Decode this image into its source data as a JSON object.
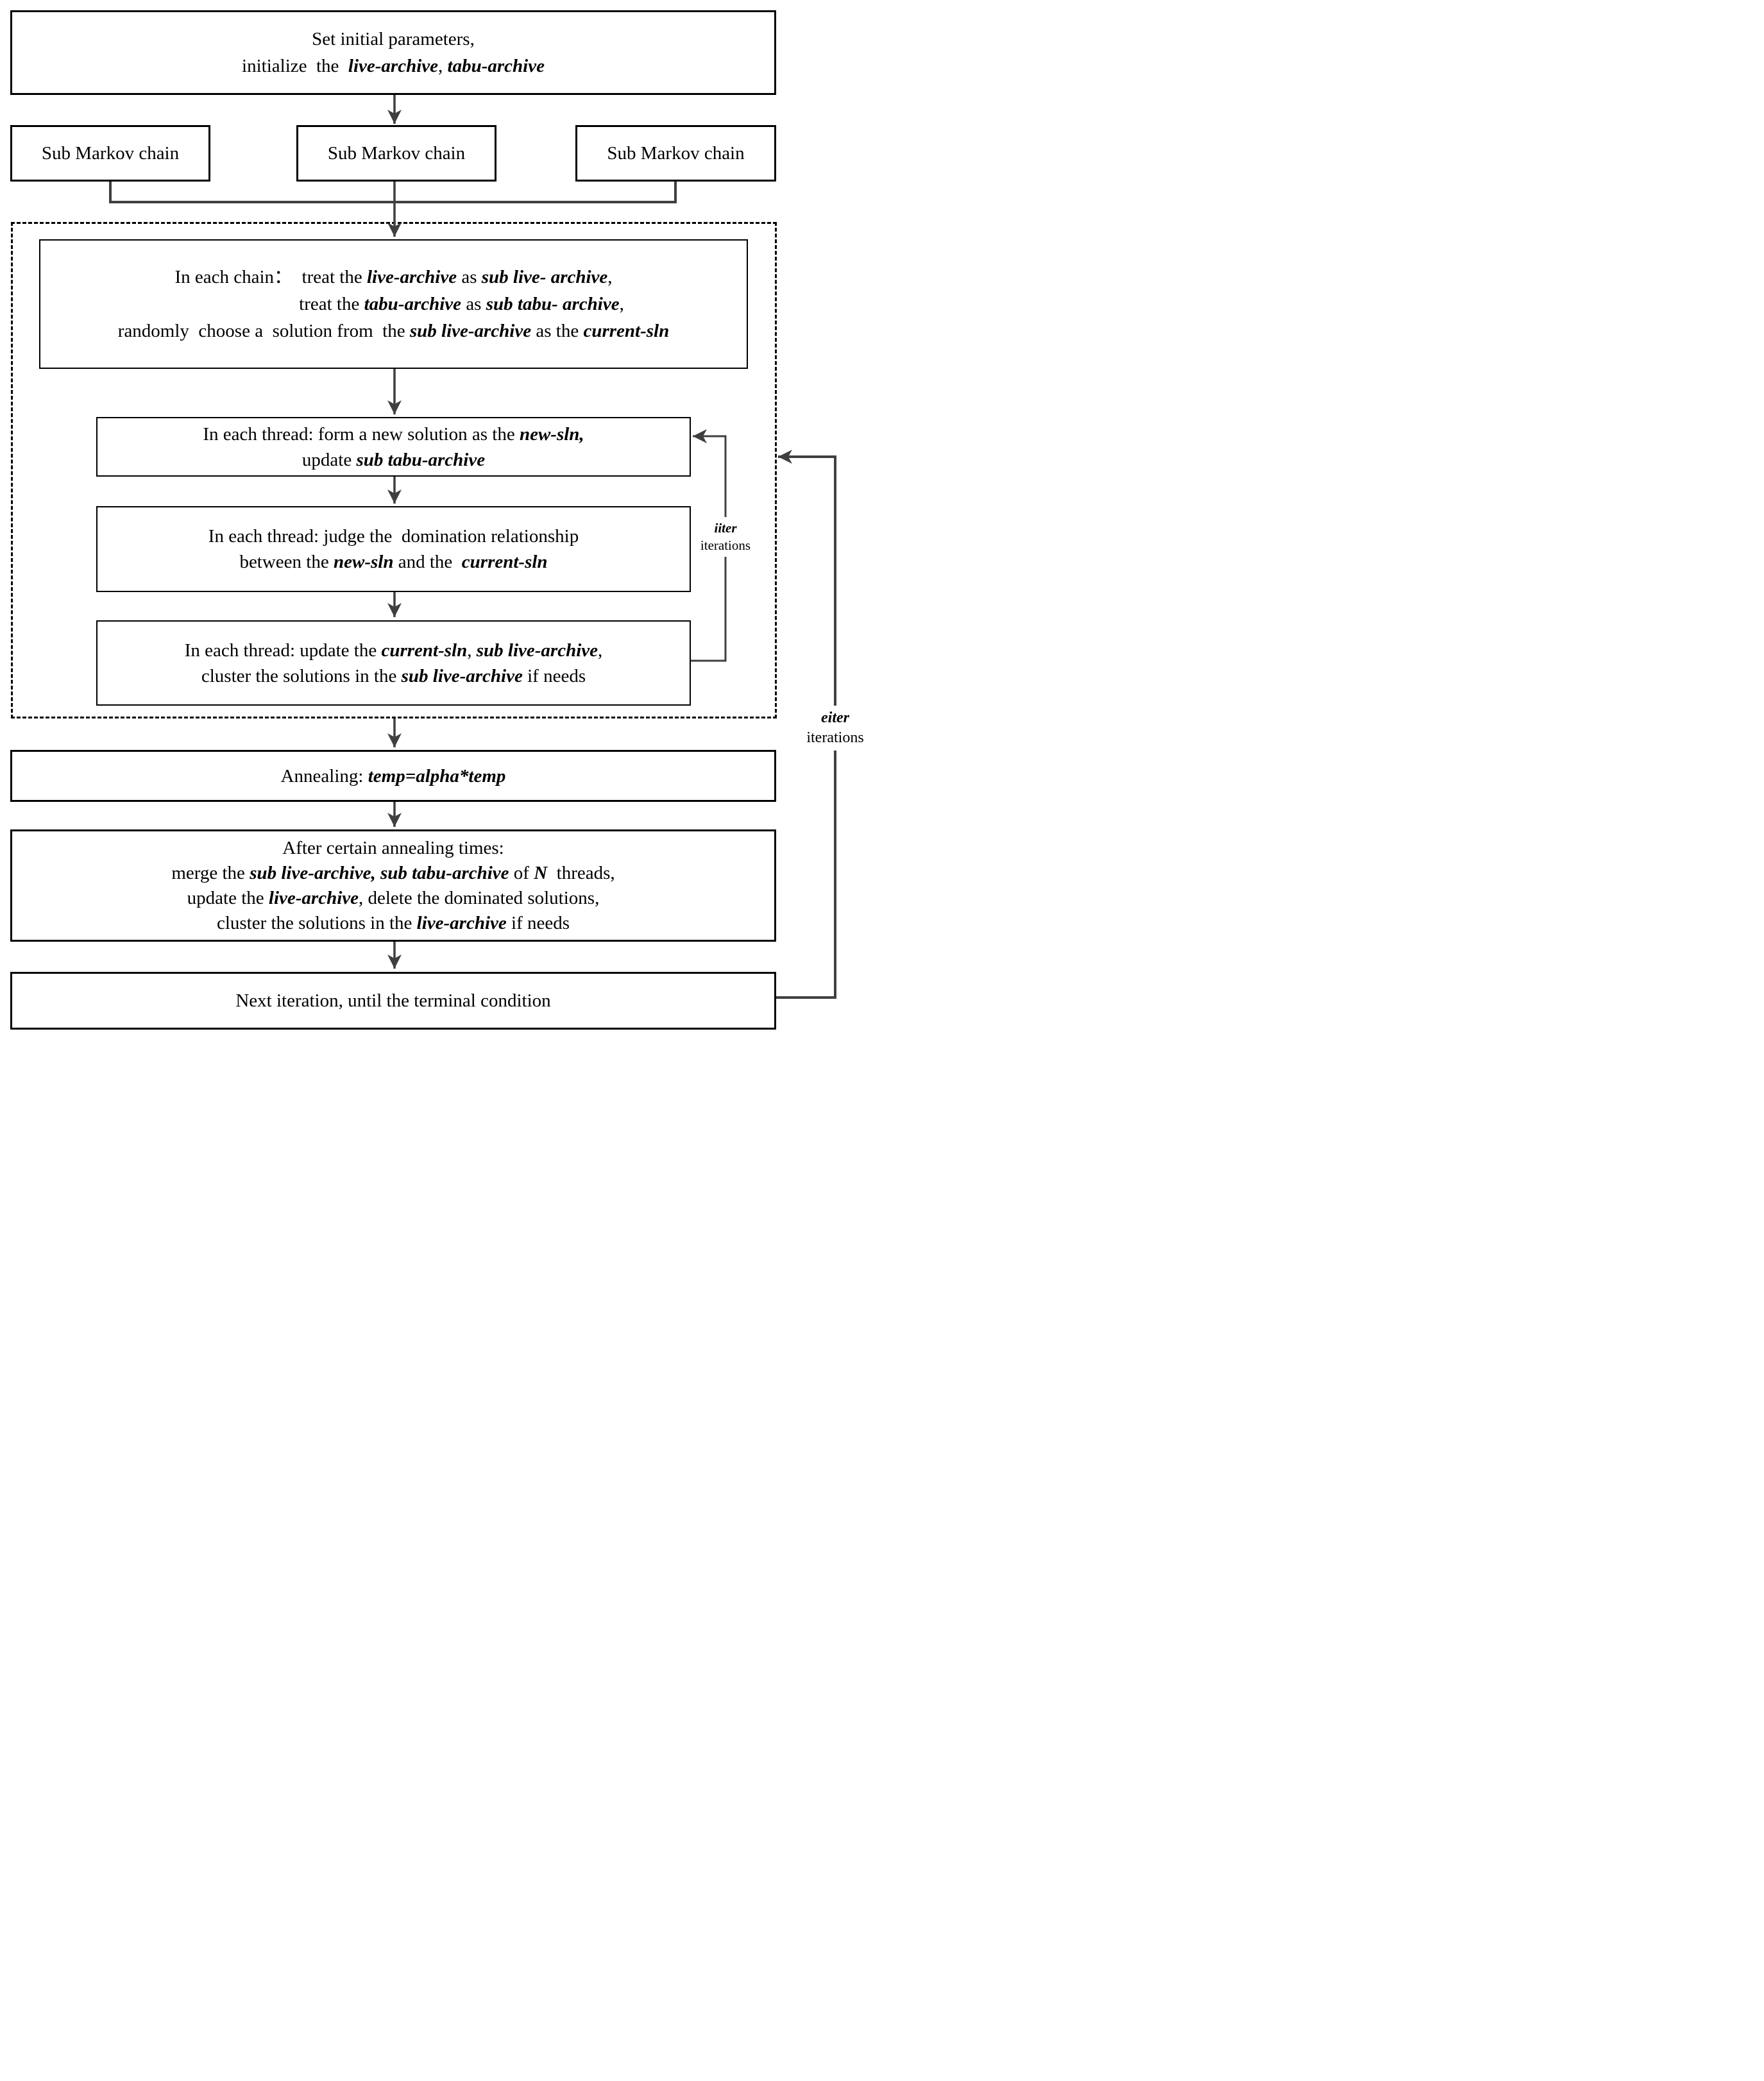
{
  "figure": {
    "type": "flowchart",
    "colors": {
      "background": "#ffffff",
      "box_border": "#000000",
      "connector": "#3f3f3f",
      "text": "#000000"
    },
    "boxes": {
      "init": {
        "lines": [
          [
            {
              "t": "Set initial parameters,"
            }
          ],
          [
            {
              "t": "initialize  the  "
            },
            {
              "t": "live-archive",
              "em": 1
            },
            {
              "t": ", "
            },
            {
              "t": "tabu-archive",
              "em": 1
            }
          ]
        ]
      },
      "markov": [
        "Sub Markov chain",
        "Sub Markov chain",
        "Sub Markov chain"
      ],
      "chain_setup": {
        "lines": [
          [
            {
              "t": "In each chain：  treat the "
            },
            {
              "t": "live-archive",
              "em": 1
            },
            {
              "t": " as "
            },
            {
              "t": "sub live- archive",
              "em": 1
            },
            {
              "t": ","
            }
          ],
          [
            {
              "t": "treat the "
            },
            {
              "t": "tabu-archive",
              "em": 1
            },
            {
              "t": " as "
            },
            {
              "t": "sub tabu- archive",
              "em": 1
            },
            {
              "t": ","
            }
          ],
          [
            {
              "t": "randomly  choose a  solution from  the "
            },
            {
              "t": "sub live-archive",
              "em": 1
            },
            {
              "t": " as the "
            },
            {
              "t": "current-sln",
              "em": 1
            }
          ]
        ]
      },
      "form_solution": {
        "lines": [
          [
            {
              "t": "In each thread: form a new solution as the "
            },
            {
              "t": "new-sln,",
              "em": 1
            }
          ],
          [
            {
              "t": "update "
            },
            {
              "t": "sub tabu-archive",
              "em": 1
            }
          ]
        ]
      },
      "judge": {
        "lines": [
          [
            {
              "t": "In each thread: judge the  domination relationship"
            }
          ],
          [
            {
              "t": "between the "
            },
            {
              "t": "new-sln",
              "em": 1
            },
            {
              "t": " and the  "
            },
            {
              "t": "current-sln",
              "em": 1
            }
          ]
        ]
      },
      "update_sln": {
        "lines": [
          [
            {
              "t": "In each thread: update the "
            },
            {
              "t": "current-sln",
              "em": 1
            },
            {
              "t": ", "
            },
            {
              "t": "sub live-archive",
              "em": 1
            },
            {
              "t": ","
            }
          ],
          [
            {
              "t": "cluster the solutions in the "
            },
            {
              "t": "sub live-archive",
              "em": 1
            },
            {
              "t": " if needs"
            }
          ]
        ]
      },
      "annealing": {
        "lines": [
          [
            {
              "t": "Annealing: "
            },
            {
              "t": "temp=alpha*temp",
              "em": 1
            }
          ]
        ]
      },
      "merge": {
        "lines": [
          [
            {
              "t": "After certain annealing times:"
            }
          ],
          [
            {
              "t": "merge the "
            },
            {
              "t": "sub live-archive, sub tabu-archive",
              "em": 1
            },
            {
              "t": " of "
            },
            {
              "t": "N",
              "em": 1
            },
            {
              "t": "  threads,"
            }
          ],
          [
            {
              "t": "update the "
            },
            {
              "t": "live-archive",
              "em": 1
            },
            {
              "t": ", delete the dominated solutions,"
            }
          ],
          [
            {
              "t": "cluster the solutions in the "
            },
            {
              "t": "live-archive",
              "em": 1
            },
            {
              "t": " if needs"
            }
          ]
        ]
      },
      "next_iteration": {
        "lines": [
          [
            {
              "t": "Next iteration, until the terminal condition"
            }
          ]
        ]
      }
    },
    "loops": {
      "inner": {
        "count": "iiter",
        "text": "iterations"
      },
      "outer": {
        "count": "eiter",
        "text": "iterations"
      }
    }
  }
}
